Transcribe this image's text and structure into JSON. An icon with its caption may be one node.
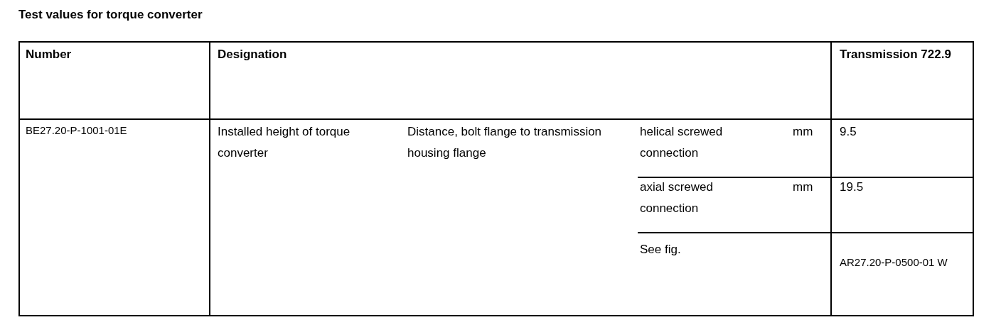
{
  "diagram": {
    "title": "Test values for torque converter",
    "labels": [
      "Number",
      "Designation",
      "Transmission 722.9",
      "BE27.20-P-1001-01E",
      "Installed height of torque converter",
      "Distance, bolt flange to transmission housing flange",
      "helical screwed connection",
      "mm",
      "9.5",
      "axial screwed connection",
      "mm",
      "19.5",
      "See fig.",
      "AR27.20-P-0500-01 W"
    ]
  }
}
